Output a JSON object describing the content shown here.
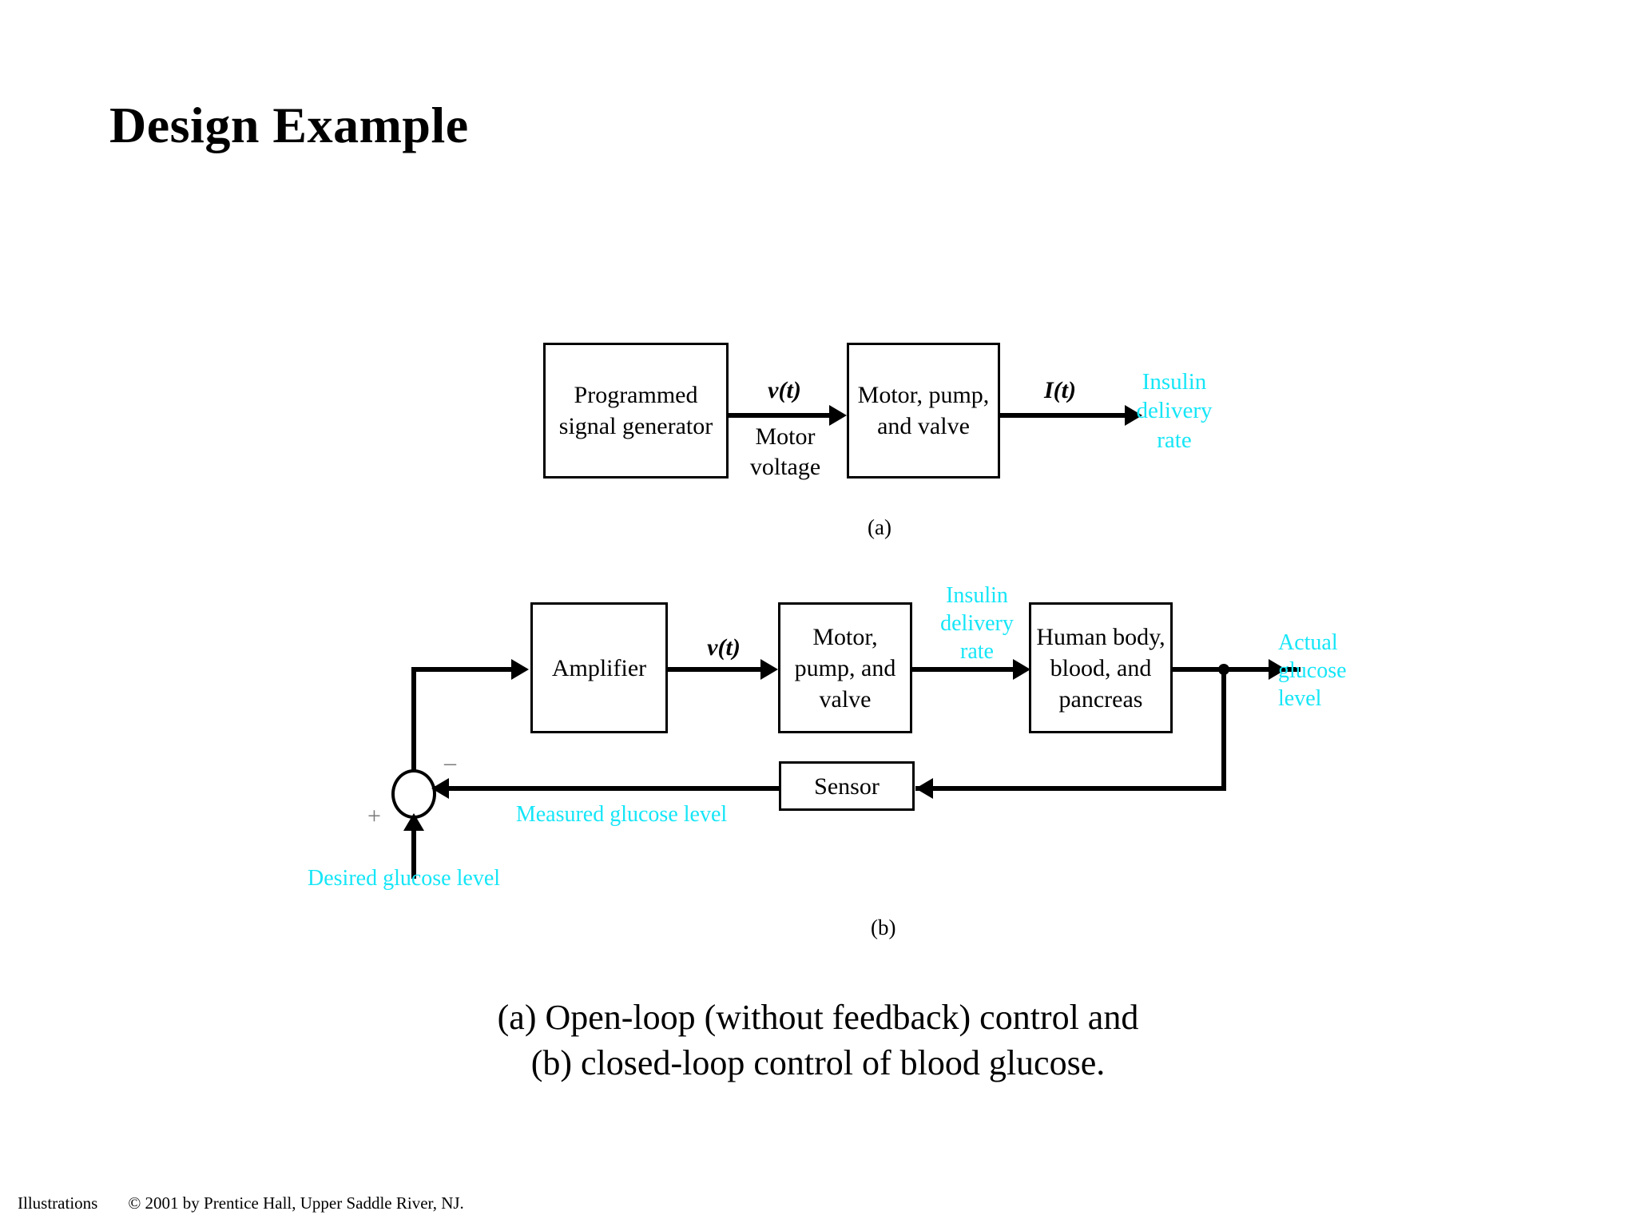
{
  "slide": {
    "title": "Design Example",
    "background_color": "#ffffff",
    "accent_color": "#15E6F7",
    "line_color": "#000000"
  },
  "diagram_a": {
    "sublabel": "(a)",
    "blocks": [
      {
        "id": "programmed-signal-generator",
        "label": "Programmed\nsignal generator"
      },
      {
        "id": "motor-pump-valve",
        "label": "Motor,\npump,\nand\nvalve"
      }
    ],
    "signals": [
      {
        "id": "v-of-t",
        "label": "v(t)",
        "style": "italic"
      },
      {
        "id": "motor-voltage",
        "label": "Motor\nvoltage",
        "style": "plain"
      },
      {
        "id": "i-of-t",
        "label": "I(t)",
        "style": "italic"
      },
      {
        "id": "insulin-delivery-rate",
        "label": "Insulin\ndelivery\nrate",
        "style": "cyan"
      }
    ]
  },
  "diagram_b": {
    "sublabel": "(b)",
    "blocks": [
      {
        "id": "amplifier",
        "label": "Amplifier"
      },
      {
        "id": "motor-pump-valve",
        "label": "Motor,\npump,\nand\nvalve"
      },
      {
        "id": "human-body",
        "label": "Human\nbody,\nblood, and\npancreas"
      },
      {
        "id": "sensor",
        "label": "Sensor"
      }
    ],
    "summing_junction": {
      "id": "summing-junction",
      "negative_sign": "–",
      "positive_sign": "+"
    },
    "signals": [
      {
        "id": "v-of-t",
        "label": "v(t)",
        "style": "italic"
      },
      {
        "id": "insulin-delivery-rate",
        "label": "Insulin\ndelivery\nrate",
        "style": "cyan"
      },
      {
        "id": "actual-glucose-level",
        "label": "Actual\nglucose\nlevel",
        "style": "cyan"
      },
      {
        "id": "measured-glucose-level",
        "label": "Measured glucose level",
        "style": "cyan"
      },
      {
        "id": "desired-glucose-level",
        "label": "Desired glucose level",
        "style": "cyan"
      }
    ]
  },
  "figure_caption": "(a) Open-loop (without feedback) control and\n(b) closed-loop control of blood glucose.",
  "footer": {
    "left": "Illustrations",
    "copyright": "© 2001 by Prentice Hall, Upper Saddle River, NJ."
  }
}
